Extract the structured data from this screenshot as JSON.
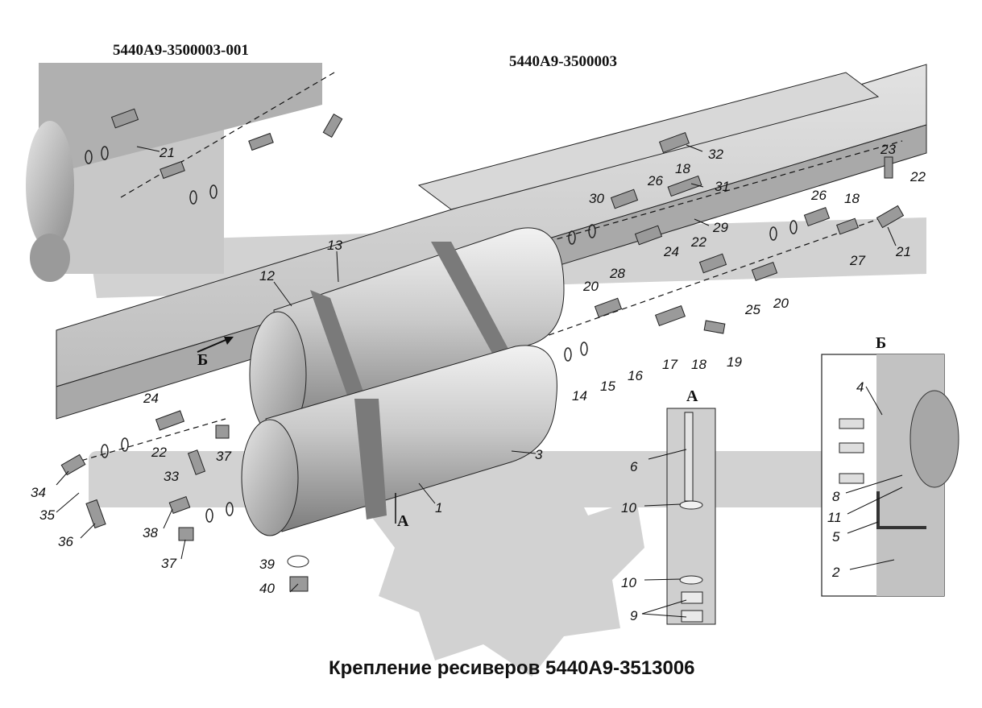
{
  "title": "Крепление ресиверов 5440А9-3513006",
  "assembly_codes": {
    "inset": "5440А9-3500003-001",
    "main": "5440А9-3500003"
  },
  "view_letters": {
    "a_arrow": "А",
    "a_view": "А",
    "b_arrow": "Б",
    "b_view": "Б"
  },
  "part_labels": [
    "1",
    "2",
    "3",
    "4",
    "5",
    "6",
    "8",
    "9",
    "10",
    "10",
    "11",
    "12",
    "13",
    "14",
    "15",
    "16",
    "17",
    "18",
    "18",
    "18",
    "19",
    "20",
    "20",
    "21",
    "21",
    "22",
    "22",
    "22",
    "23",
    "24",
    "24",
    "25",
    "26",
    "26",
    "27",
    "28",
    "29",
    "30",
    "31",
    "32",
    "33",
    "34",
    "35",
    "36",
    "37",
    "37",
    "38",
    "39",
    "40"
  ]
}
